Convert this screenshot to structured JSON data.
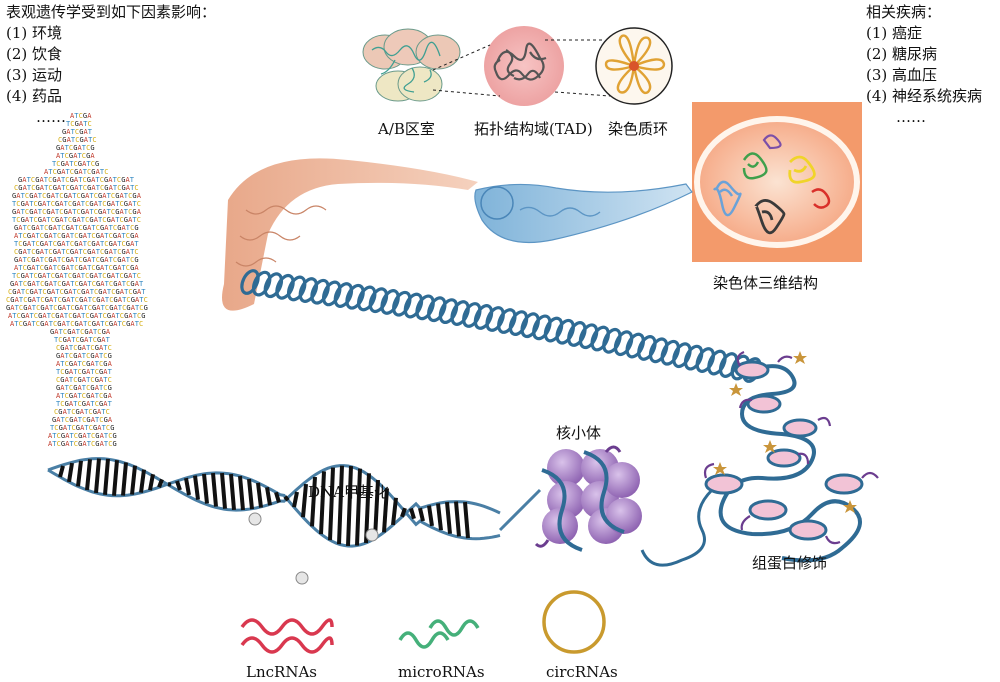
{
  "left_panel": {
    "title": "表观遗传学受到如下因素影响：",
    "items": [
      "(1) 环境",
      "(2) 饮食",
      "(3) 运动",
      "(4) 药品"
    ],
    "ellipsis": "……"
  },
  "right_panel": {
    "title": "相关疾病：",
    "items": [
      "(1) 癌症",
      "(2) 糖尿病",
      "(3) 高血压",
      "(4) 神经系统疾病"
    ],
    "ellipsis": "……"
  },
  "labels": {
    "ab_compartment": "A/B区室",
    "tad": "拓扑结构域(TAD)",
    "chromatin_loop": "染色质环",
    "chromosome_3d": "染色体三维结构",
    "nucleosome": "核小体",
    "dna_methylation": "DNA甲基化",
    "histone_modification": "组蛋白修饰"
  },
  "rna_legend": {
    "lnc": "LncRNAs",
    "micro": "microRNAs",
    "circ": "circRNAs"
  },
  "colors": {
    "dna_blue": "#4a7fa5",
    "chromatin_blue": "#2f6b94",
    "salmon": "#e8a48a",
    "lnc_red": "#d9384f",
    "micro_green": "#45b07a",
    "circ_gold": "#c99a2e",
    "histone_purple": "#a77fc4",
    "star_gold": "#c9953a"
  }
}
